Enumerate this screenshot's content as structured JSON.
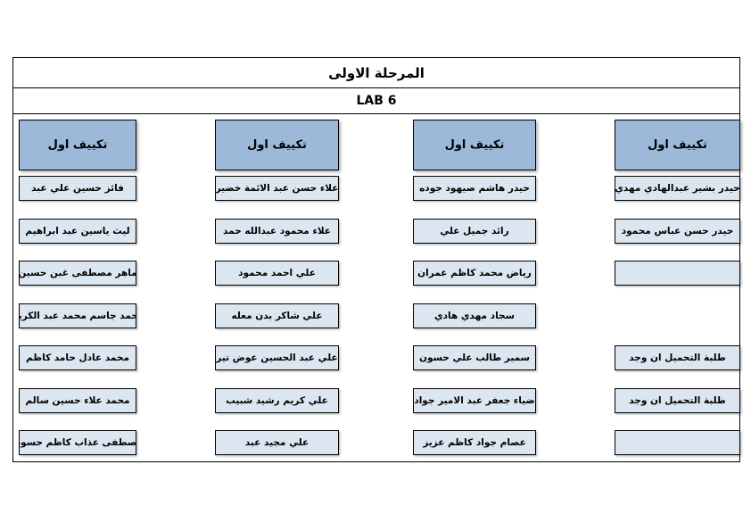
{
  "header": {
    "title": "المرحلة الاولى",
    "subtitle": "LAB 6"
  },
  "colors": {
    "group_header_fill": "#9cb9d9",
    "name_cell_fill": "#dce6f1",
    "border": "#000000"
  },
  "columns": [
    {
      "header": "تكييف اول",
      "cells": [
        "فائز حسين علي عبد",
        "ليث ياسين عبد ابراهيم",
        "ماهر مصطفى غبن حسين",
        "محمد جاسم محمد عبد الكريم",
        "محمد عادل حامد كاظم",
        "محمد علاء حسين سالم",
        "مصطفى عذاب كاظم حسون"
      ]
    },
    {
      "header": "تكييف اول",
      "cells": [
        "علاء حسن عبد الائمة خضير",
        "علاء محمود عبدالله حمد",
        "علي احمد محمود",
        "علي شاكر بدن معله",
        "علي عبد الحسين عوض تير",
        "علي كريم رشيد شبيب",
        "علي مجيد عبد"
      ]
    },
    {
      "header": "تكييف اول",
      "cells": [
        "حيدر هاشم صيهود جوده",
        "رائد جميل علي",
        "رياض محمد كاظم عمران",
        "سجاد مهدي هادي",
        "سمير طالب علي حسون",
        "ضياء جعفر عبد الامير جواد",
        "عصام جواد كاظم عزيز"
      ]
    },
    {
      "header": "تكييف اول",
      "cells": [
        "حيدر بشير عبدالهادي مهدي",
        "حيدر حسن عباس محمود",
        "",
        null,
        "طلبة التحميل ان وجد",
        "طلبة التحميل ان وجد",
        ""
      ]
    }
  ]
}
